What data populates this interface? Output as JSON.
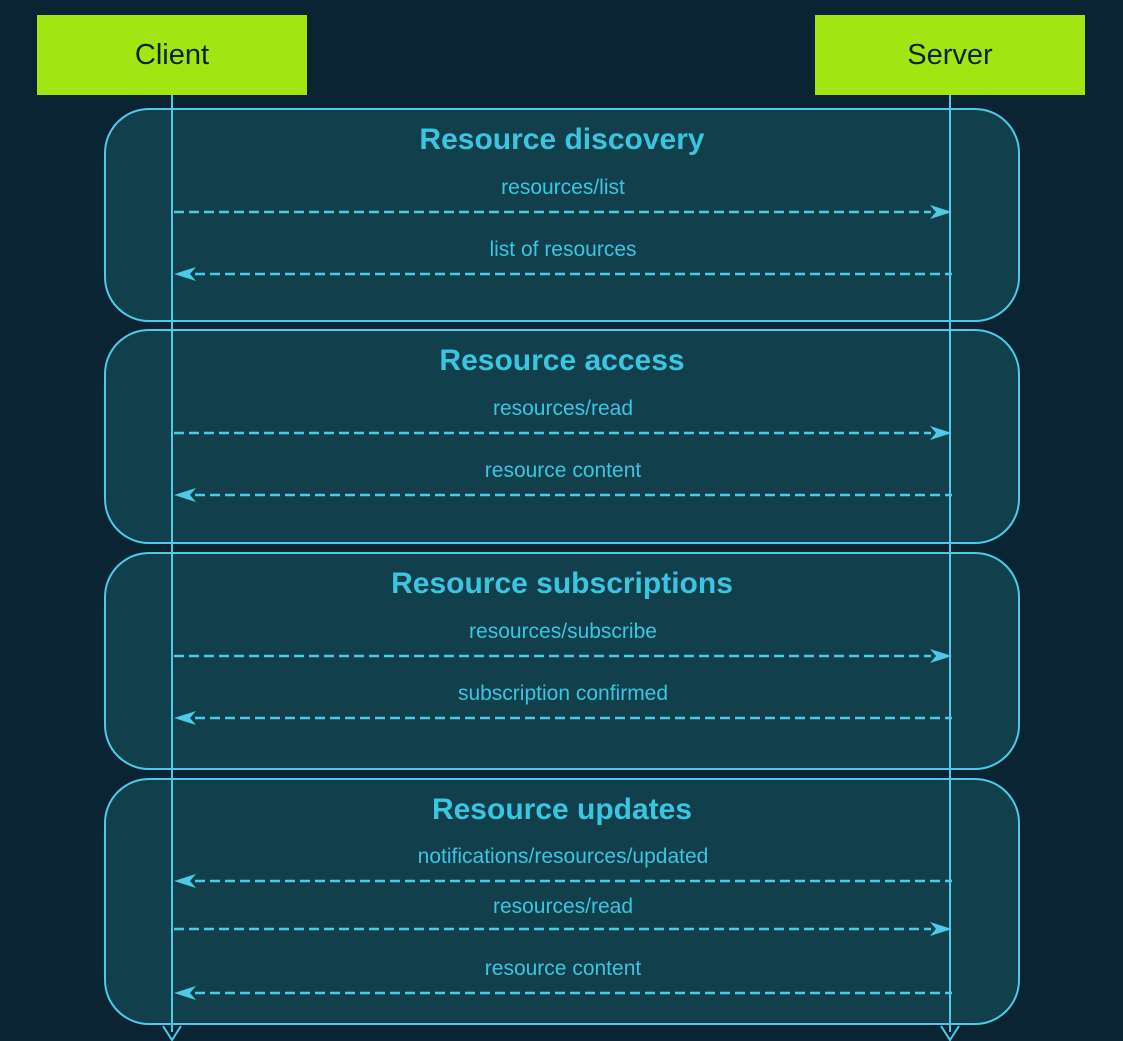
{
  "actors": [
    {
      "name": "Client"
    },
    {
      "name": "Server"
    }
  ],
  "sections": [
    {
      "title": "Resource discovery",
      "messages": [
        {
          "label": "resources/list",
          "direction": "right",
          "from": "Client",
          "to": "Server"
        },
        {
          "label": "list of resources",
          "direction": "left",
          "from": "Server",
          "to": "Client"
        }
      ]
    },
    {
      "title": "Resource access",
      "messages": [
        {
          "label": "resources/read",
          "direction": "right",
          "from": "Client",
          "to": "Server"
        },
        {
          "label": "resource content",
          "direction": "left",
          "from": "Server",
          "to": "Client"
        }
      ]
    },
    {
      "title": "Resource subscriptions",
      "messages": [
        {
          "label": "resources/subscribe",
          "direction": "right",
          "from": "Client",
          "to": "Server"
        },
        {
          "label": "subscription confirmed",
          "direction": "left",
          "from": "Server",
          "to": "Client"
        }
      ]
    },
    {
      "title": "Resource updates",
      "messages": [
        {
          "label": "notifications/resources/updated",
          "direction": "left",
          "from": "Server",
          "to": "Client"
        },
        {
          "label": "resources/read",
          "direction": "right",
          "from": "Client",
          "to": "Server"
        },
        {
          "label": "resource content",
          "direction": "left",
          "from": "Server",
          "to": "Client"
        }
      ]
    }
  ],
  "colors": {
    "background": "#0b2433",
    "section_fill": "#123f4c",
    "line_cyan": "#4ccae8",
    "text_cyan": "#3ac6e0",
    "actor_fill": "#a1e613",
    "actor_text": "#0c2334"
  }
}
